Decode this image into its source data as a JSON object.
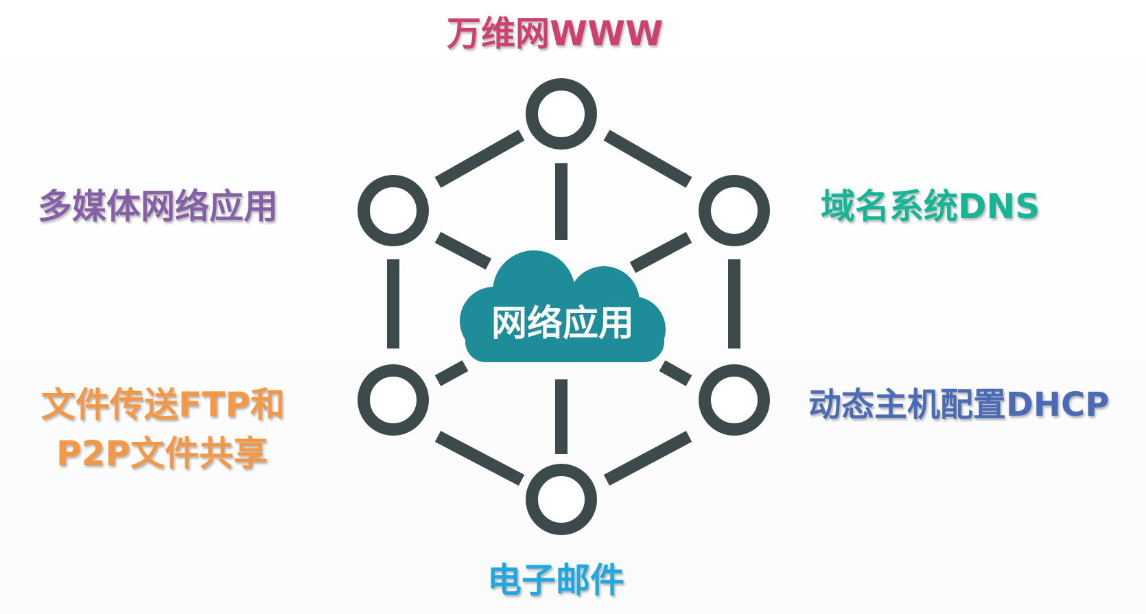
{
  "center": {
    "label": "网络应用",
    "color": "#1f8c9a"
  },
  "applications": {
    "www": {
      "label": "万维网WWW",
      "color": "#cd416f"
    },
    "multimedia": {
      "label": "多媒体网络应用",
      "color": "#8560a6"
    },
    "dns": {
      "label": "域名系统DNS",
      "color": "#16b596"
    },
    "ftp_line1": {
      "label": "文件传送FTP和",
      "color": "#f39846"
    },
    "ftp_line2": {
      "label": "P2P文件共享",
      "color": "#f39846"
    },
    "dhcp": {
      "label": "动态主机配置DHCP",
      "color": "#4b6cb5"
    },
    "email": {
      "label": "电子邮件",
      "color": "#21a6df"
    }
  },
  "network": {
    "line_color": "#3d4a4b"
  }
}
